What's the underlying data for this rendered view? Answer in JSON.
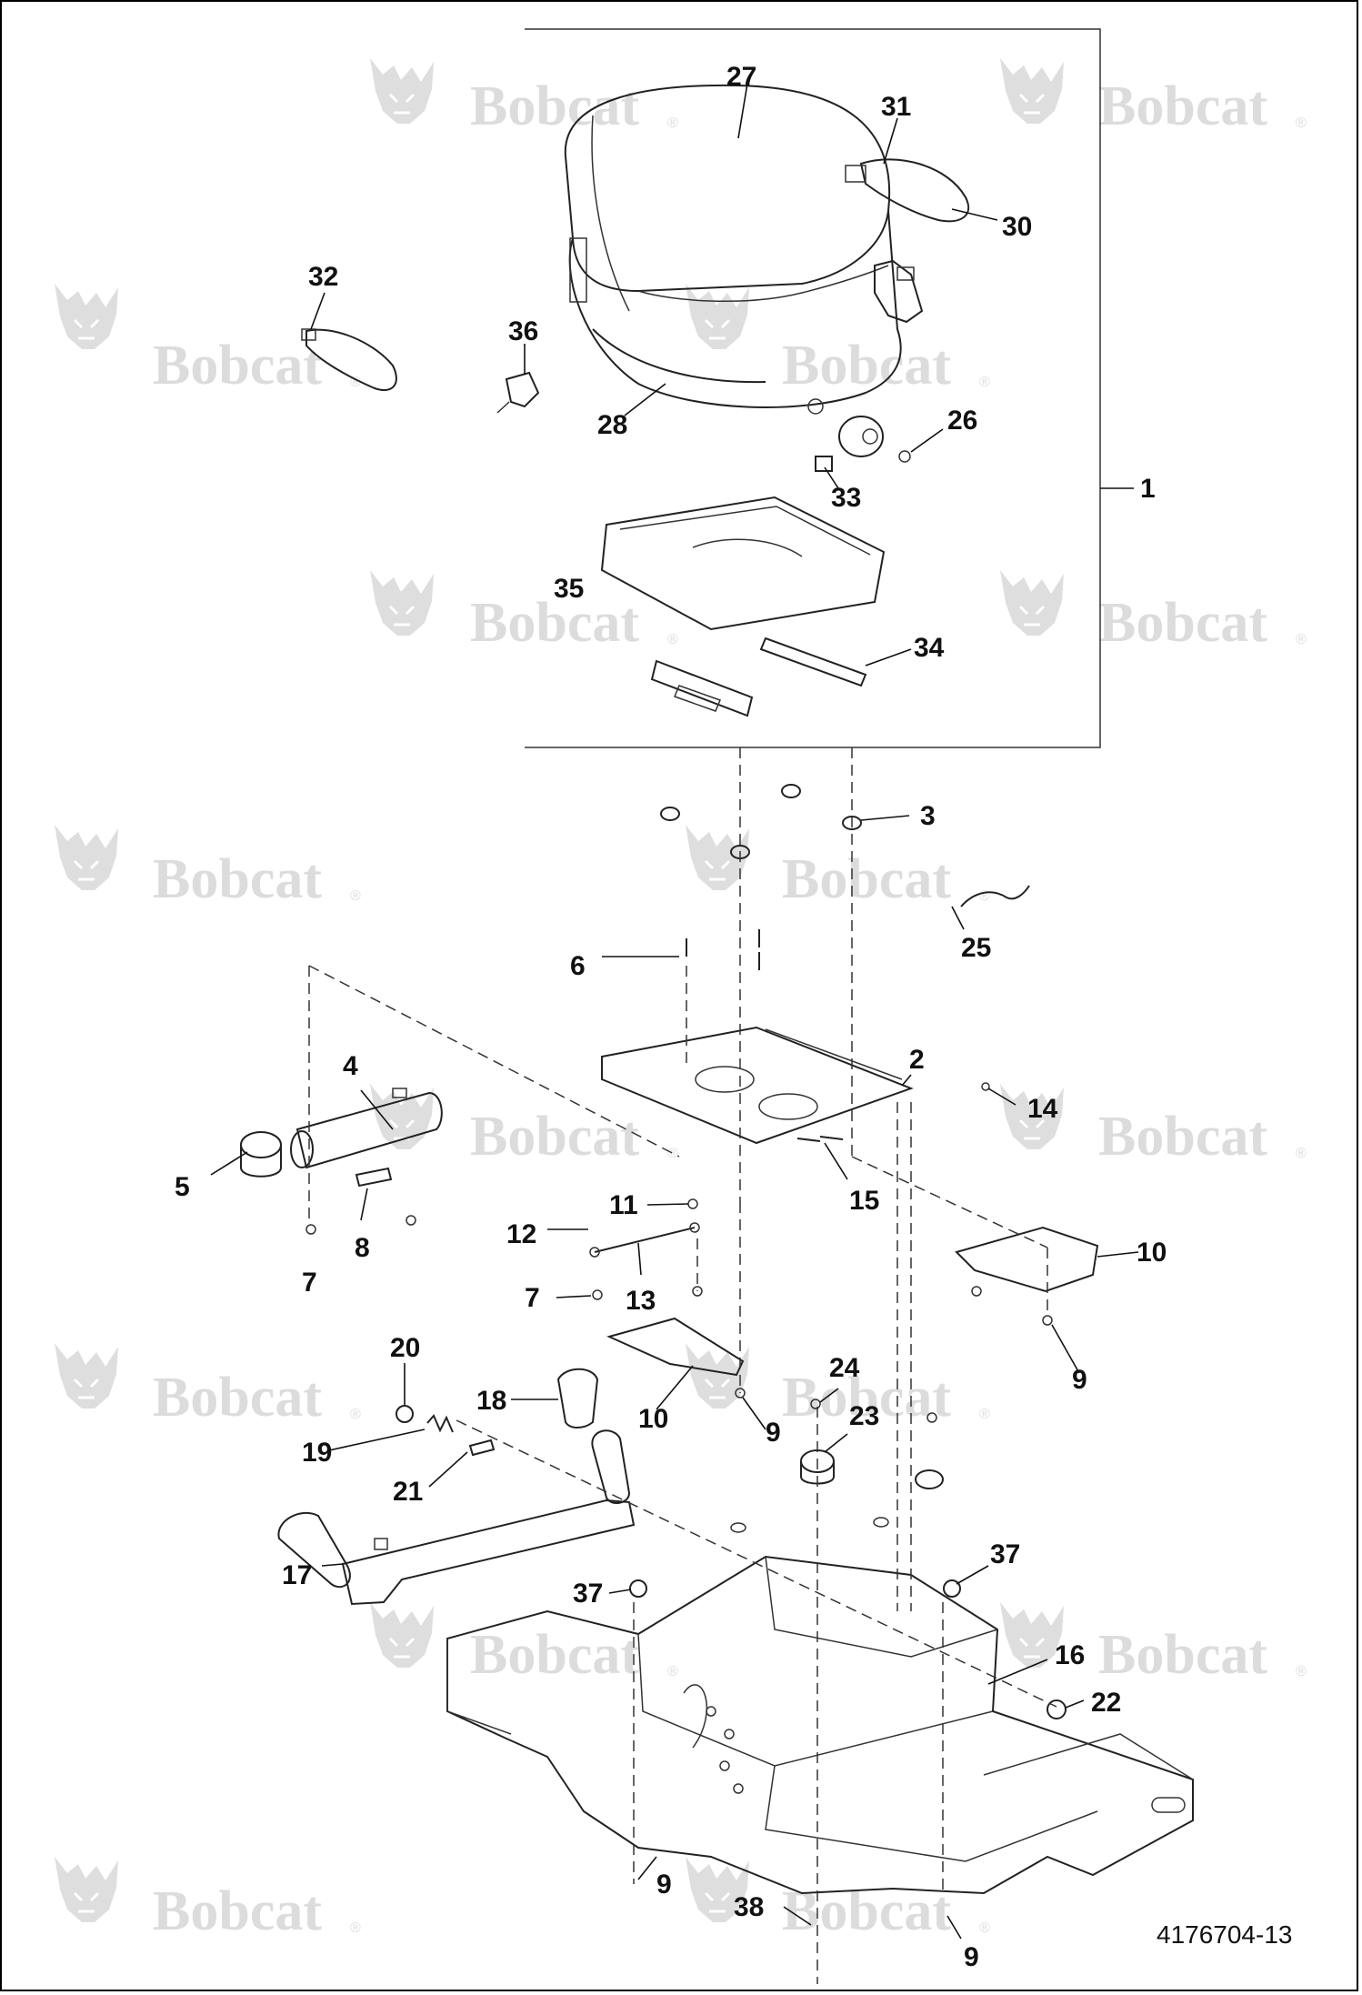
{
  "drawing_number": "4176704-13",
  "watermark": {
    "brand": "Bobcat",
    "reg_mark": "®"
  },
  "callouts": {
    "c1": "1",
    "c2": "2",
    "c3": "3",
    "c4": "4",
    "c5": "5",
    "c6": "6",
    "c7a": "7",
    "c7b": "7",
    "c8": "8",
    "c9a": "9",
    "c9b": "9",
    "c9c": "9",
    "c9d": "9",
    "c10a": "10",
    "c10b": "10",
    "c11": "11",
    "c12": "12",
    "c13": "13",
    "c14": "14",
    "c15": "15",
    "c16": "16",
    "c17": "17",
    "c18": "18",
    "c19": "19",
    "c20": "20",
    "c21": "21",
    "c22": "22",
    "c23": "23",
    "c24": "24",
    "c25": "25",
    "c26": "26",
    "c27": "27",
    "c28": "28",
    "c30": "30",
    "c31": "31",
    "c32": "32",
    "c33": "33",
    "c34": "34",
    "c35": "35",
    "c36": "36",
    "c37a": "37",
    "c37b": "37",
    "c38": "38"
  }
}
